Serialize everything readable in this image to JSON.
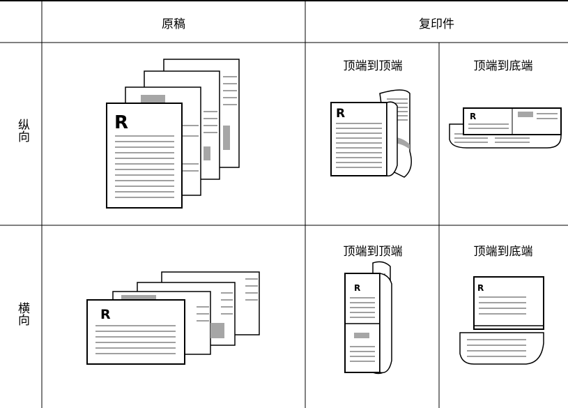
{
  "table": {
    "header": {
      "original": "原稿",
      "copy": "复印件"
    },
    "rows": [
      {
        "orientation": "纵向",
        "copy_modes": [
          "顶端到顶端",
          "顶端到底端"
        ]
      },
      {
        "orientation": "横向",
        "copy_modes": [
          "顶端到顶端",
          "顶端到底端"
        ]
      }
    ],
    "page_letter": "R"
  },
  "colors": {
    "line": "#000000",
    "shade": "#a6a6a6",
    "background": "#ffffff"
  }
}
